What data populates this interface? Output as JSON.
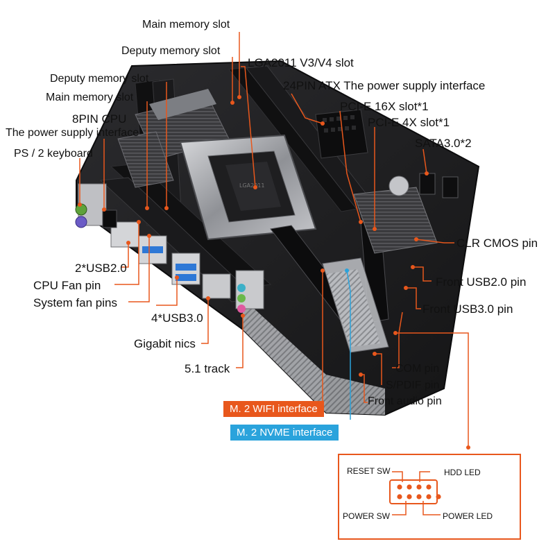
{
  "labels": {
    "main_memory_slot_top": "Main memory slot",
    "deputy_memory_slot_top": "Deputy memory slot",
    "lga_slot": "LGA2011 V3/V4 slot",
    "atx_24pin": "24PIN ATX The power supply interface",
    "pcie16": "PCI-E 16X slot*1",
    "pcie4": "PCI-E 4X slot*1",
    "sata": "SATA3.0*2",
    "deputy_memory_slot": "Deputy memory slot",
    "main_memory_slot": "Main memory slot",
    "cpu_8pin": "8PIN CPU",
    "cpu_power_interface": "The power supply interface",
    "ps2_keyboard": "PS / 2 keyboard",
    "usb2_rear": "2*USB2.0",
    "cpu_fan_pin": "CPU Fan pin",
    "system_fan_pins": "System fan pins",
    "usb3_rear": "4*USB3.0",
    "gigabit_nics": "Gigabit nics",
    "track_51": "5.1 track",
    "clr_cmos": "CLR CMOS pin",
    "front_usb2": "Front USB2.0 pin",
    "front_usb3": "Front USB3.0 pin",
    "com_pin": "COM pin",
    "spdif_pin": "S/PDIF pin",
    "front_audio_pin": "Front audio pin",
    "m2_wifi": "M. 2 WIFI interface",
    "m2_nvme": "M. 2 NVME interface"
  },
  "panel": {
    "reset_sw": "RESET SW",
    "hdd_led": "HDD  LED",
    "power_sw": "POWER SW",
    "power_led": "POWER LED"
  },
  "colors": {
    "leader": "#e8571c",
    "nvme": "#2aa3dc",
    "board": "#1c1c1e",
    "heatsink": "#9a9ca2"
  }
}
